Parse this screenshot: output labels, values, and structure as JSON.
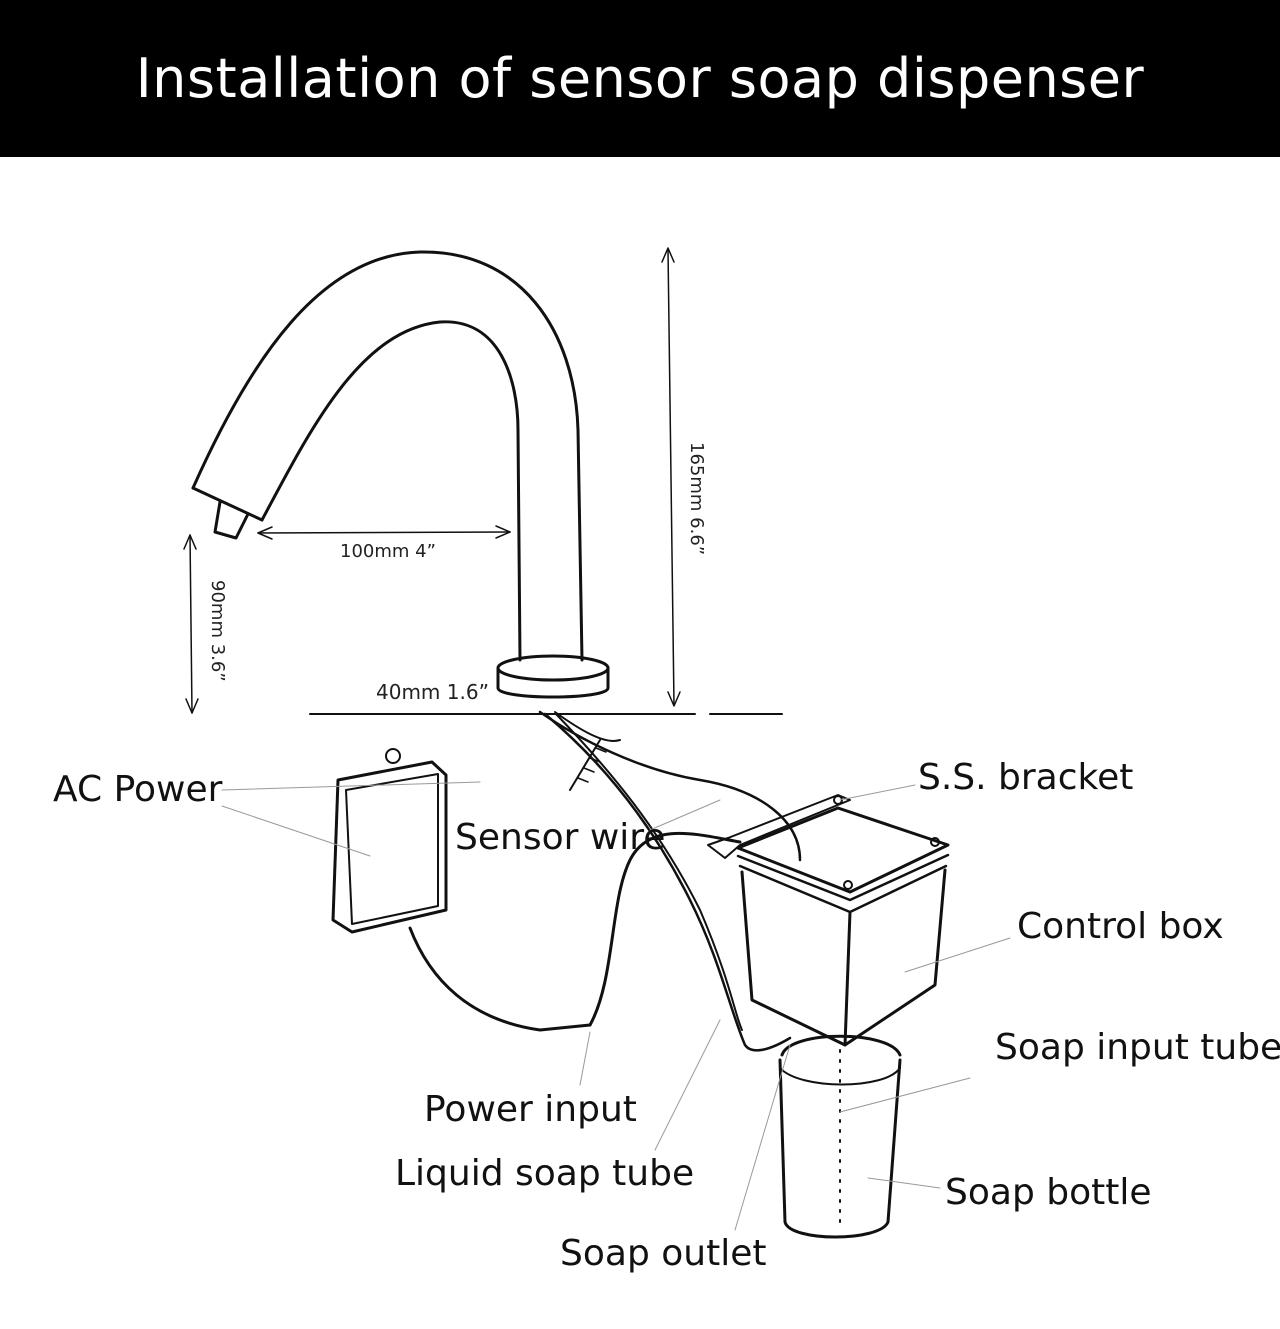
{
  "title": "Installation of sensor soap dispenser",
  "dimensions": {
    "spout_reach": "100mm 4”",
    "total_height": "165mm 6.6”",
    "spout_clearance": "90mm 3.6”",
    "base_diameter": "40mm 1.6”"
  },
  "labels": {
    "ac_power": "AC Power",
    "sensor_wire": "Sensor wire",
    "ss_bracket": "S.S. bracket",
    "control_box": "Control box",
    "soap_input_tube": "Soap input tube",
    "power_input": "Power input",
    "liquid_soap_tube": "Liquid soap tube",
    "soap_bottle": "Soap bottle",
    "soap_outlet": "Soap outlet"
  }
}
